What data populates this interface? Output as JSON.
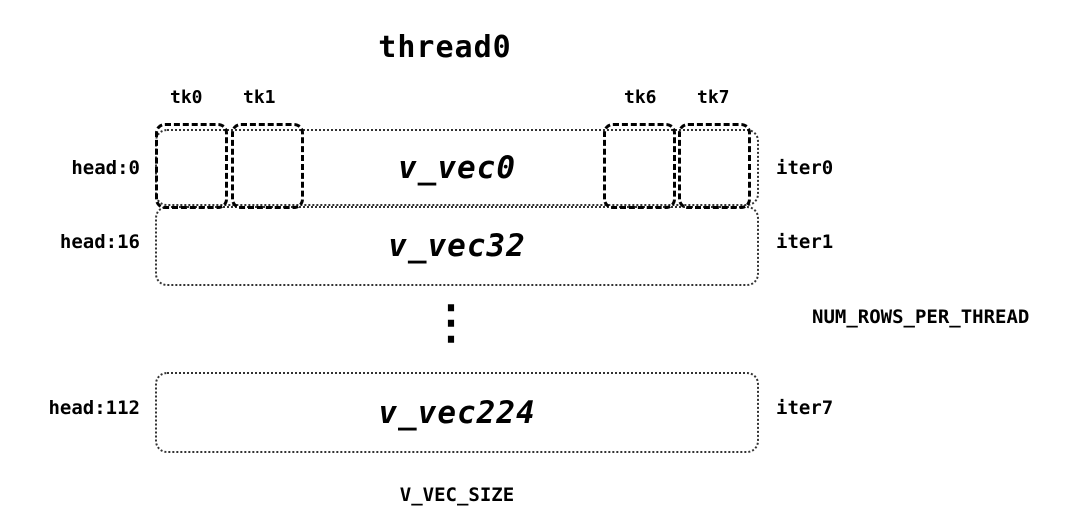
{
  "diagram": {
    "title": "thread0",
    "tk_labels": [
      "tk0",
      "tk1",
      "tk6",
      "tk7"
    ],
    "rows": [
      {
        "head": "head:0",
        "label": "v_vec0",
        "iter": "iter0"
      },
      {
        "head": "head:16",
        "label": "v_vec32",
        "iter": "iter1"
      },
      {
        "head": "head:112",
        "label": "v_vec224",
        "iter": "iter7"
      }
    ],
    "ellipsis": "⋮",
    "annotations": {
      "num_rows": "NUM_ROWS_PER_THREAD",
      "v_vec_size": "V_VEC_SIZE"
    }
  }
}
